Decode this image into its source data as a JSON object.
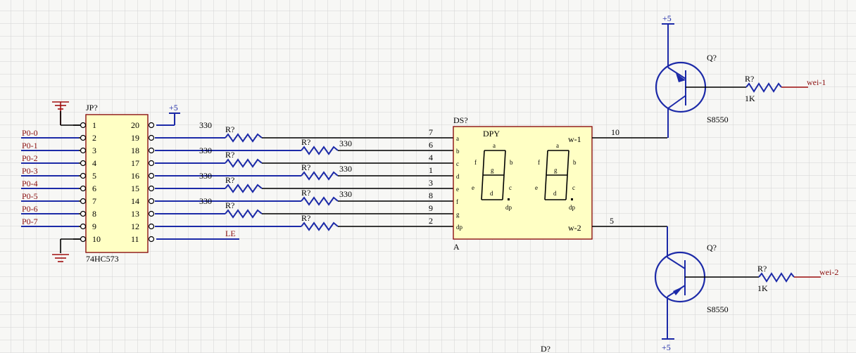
{
  "power": {
    "vcc": "+5"
  },
  "latch": {
    "designator": "JP?",
    "part": "74HC573",
    "left_pins": [
      "1",
      "2",
      "3",
      "4",
      "5",
      "6",
      "7",
      "8",
      "9",
      "10"
    ],
    "right_pins": [
      "20",
      "19",
      "18",
      "17",
      "16",
      "15",
      "14",
      "13",
      "12",
      "11"
    ],
    "latch_enable": "LE"
  },
  "port_nets": [
    "P0-0",
    "P0-1",
    "P0-2",
    "P0-3",
    "P0-4",
    "P0-5",
    "P0-6",
    "P0-7"
  ],
  "resistors": {
    "designator": "R?",
    "value": "330"
  },
  "display": {
    "designator": "DS?",
    "title": "DPY",
    "part": "A",
    "seg_pins": [
      "a",
      "b",
      "c",
      "d",
      "e",
      "f",
      "g",
      "dp"
    ],
    "pin_numbers": [
      "7",
      "6",
      "4",
      "1",
      "3",
      "8",
      "9",
      "2"
    ],
    "digit_seg_labels": [
      "a",
      "b",
      "c",
      "d",
      "e",
      "f",
      "g",
      "dp"
    ],
    "common_pins": [
      "w-1",
      "w-2"
    ],
    "common_pin_numbers": [
      "10",
      "5"
    ]
  },
  "transistors": [
    {
      "designator": "Q?",
      "part": "S8550",
      "base_resistor": "R?",
      "base_value": "1K",
      "net": "wei-1"
    },
    {
      "designator": "Q?",
      "part": "S8550",
      "base_resistor": "R?",
      "base_value": "1K",
      "net": "wei-2"
    }
  ],
  "other": {
    "partial_designator": "D?"
  },
  "colors": {
    "wire": "#1c2aa8",
    "net_label": "#8b1010",
    "component_fill": "#ffffc4",
    "grid": "#d6d6d6"
  }
}
